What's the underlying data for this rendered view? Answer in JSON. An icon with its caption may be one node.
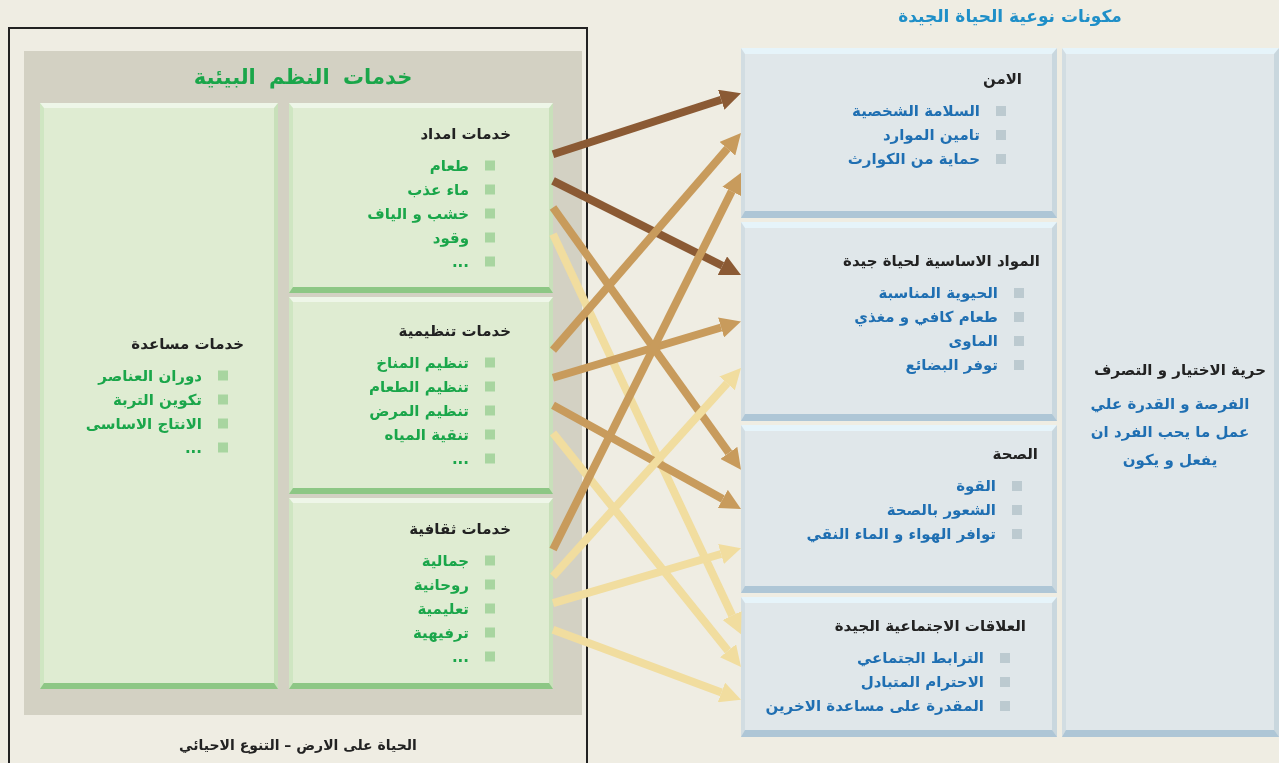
{
  "diagram": {
    "nodes": [
      {
        "text": [
          "الحياة على الارض – التنوع الاحيائي"
        ]
      },
      {
        "text": [
          "خدمات النظم البيئية"
        ],
        "in": 0
      },
      {
        "text": [
          "خدمات مساعدة",
          "دوران العناصر",
          "تكوين التربة",
          "الانتاج الاساسى",
          "..."
        ],
        "in": 1
      },
      {
        "text": [
          "خدمات امداد",
          "طعام",
          "ماء عذب",
          "خشب و الياف",
          "وقود",
          "..."
        ],
        "in": 1
      },
      {
        "text": [
          "خدمات تنظيمية",
          "تنظيم المناخ",
          "تنظيم الطعام",
          "تنظيم المرض",
          "تنقية المياه",
          "..."
        ],
        "in": 1
      },
      {
        "text": [
          "خدمات ثقافية",
          "جمالية",
          "روحانية",
          "تعليمية",
          "ترفيهية",
          "..."
        ],
        "in": 1
      },
      {
        "text": [
          "الامن",
          "السلامة الشخصية",
          "تامين الموارد",
          "حماية من الكوارث"
        ]
      },
      {
        "text": [
          "المواد الاساسية لحياة جيدة",
          "الحيوية المناسبة",
          "طعام كافي و مغذي",
          "الماوى",
          "توفر البضائع"
        ]
      },
      {
        "text": [
          "الصحة",
          "القوة",
          "الشعور بالصحة",
          "توافر الهواء و الماء النقي"
        ]
      },
      {
        "text": [
          "العلاقات الاجتماعية الجيدة",
          "الترابط الجتماعي",
          "الاحترام المتبادل",
          "المقدرة على مساعدة الاخرين"
        ]
      },
      {
        "text": [
          "حرية الاختيار و التصرف",
          "الفرصة و القدرة علي عمل ما يحب الفرد ان يفعل و يكون"
        ]
      }
    ],
    "edges": [
      {
        "from": 3,
        "to": 6,
        "arrow": "to",
        "color": "#8b5a34"
      },
      {
        "from": 3,
        "to": 7,
        "arrow": "to",
        "color": "#8b5a34"
      },
      {
        "from": 3,
        "to": 8,
        "arrow": "to",
        "color": "#c89b5c"
      },
      {
        "from": 3,
        "to": 9,
        "arrow": "to",
        "color": "#f1dd9f"
      },
      {
        "from": 4,
        "to": 6,
        "arrow": "to",
        "color": "#c89b5c"
      },
      {
        "from": 4,
        "to": 7,
        "arrow": "to",
        "color": "#c89b5c"
      },
      {
        "from": 4,
        "to": 8,
        "arrow": "to",
        "color": "#c89b5c"
      },
      {
        "from": 4,
        "to": 9,
        "arrow": "to",
        "color": "#f1dd9f"
      },
      {
        "from": 5,
        "to": 6,
        "arrow": "to",
        "color": "#c89b5c"
      },
      {
        "from": 5,
        "to": 7,
        "arrow": "to",
        "color": "#f1dd9f"
      },
      {
        "from": 5,
        "to": 8,
        "arrow": "to",
        "color": "#f1dd9f"
      },
      {
        "from": 5,
        "to": 9,
        "arrow": "to",
        "color": "#f1dd9f"
      }
    ],
    "labels": [
      "مكونات نوعية الحياة الجيدة"
    ]
  }
}
